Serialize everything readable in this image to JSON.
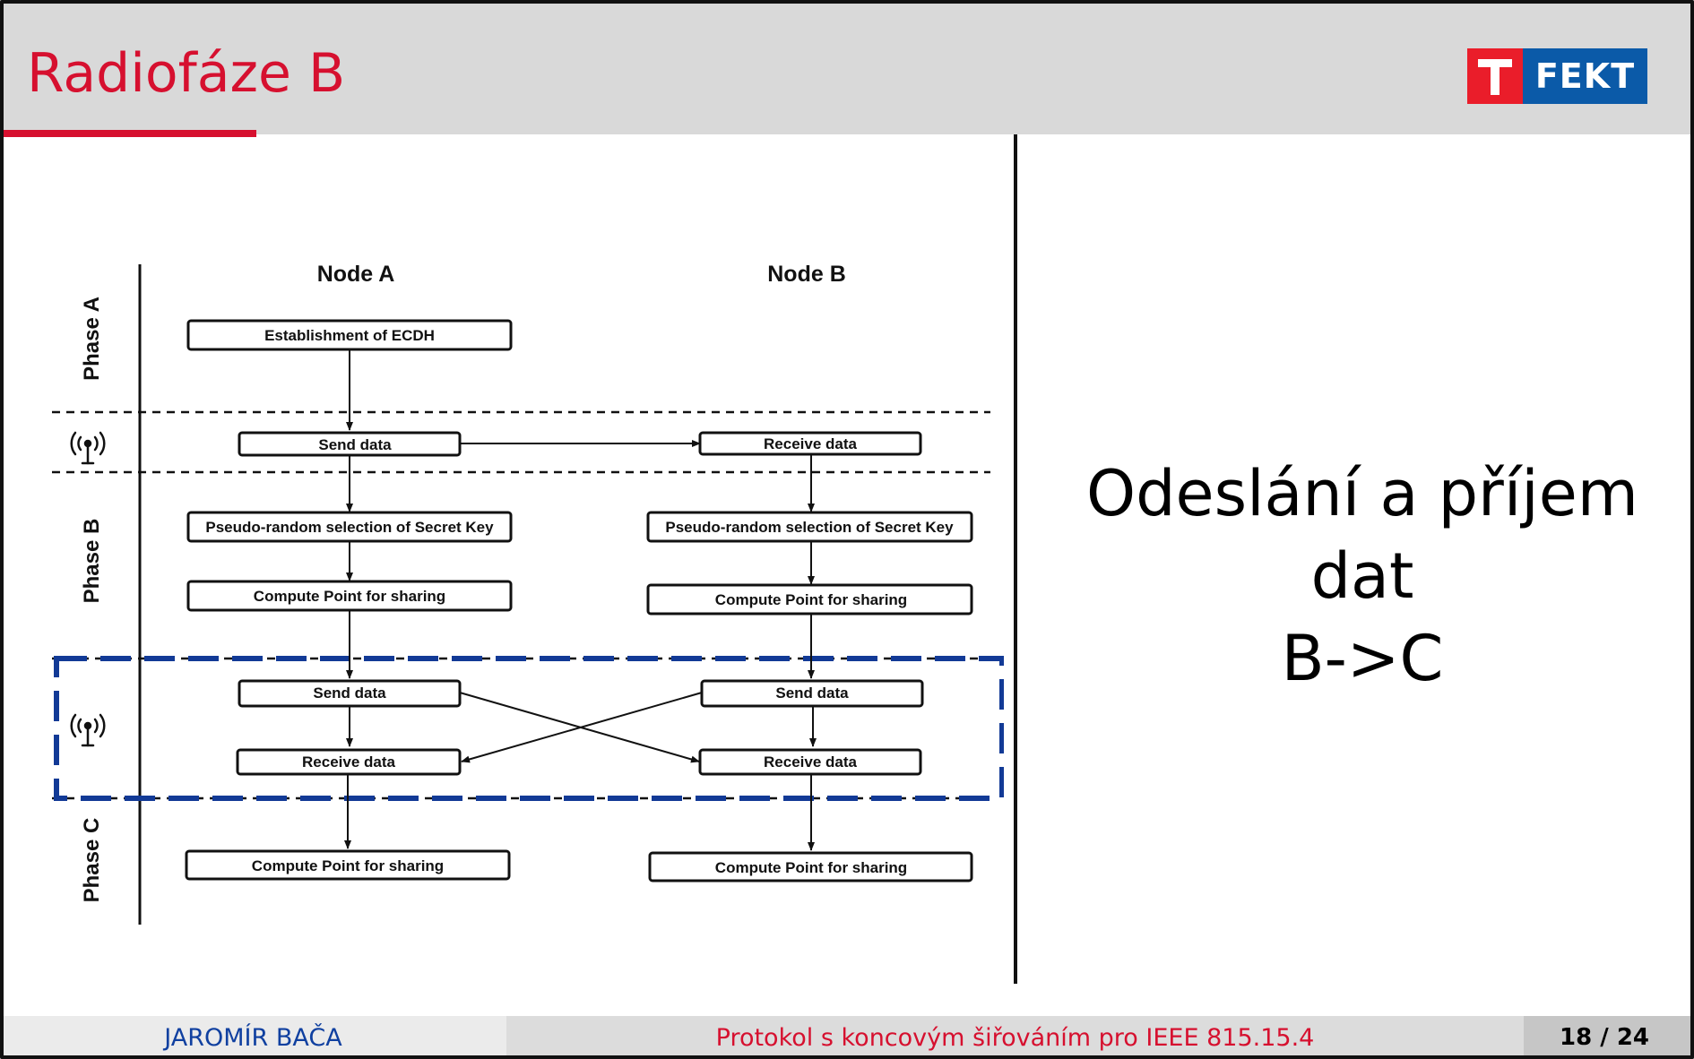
{
  "slide": {
    "title": "Radiofáze B",
    "text_line1": "Odeslání a příjem dat",
    "text_line2": "B->C"
  },
  "logo": {
    "text": "FEKT",
    "colors": {
      "t_block": "#ea1d2a",
      "text_block": "#0b5aa8"
    }
  },
  "footer": {
    "author": "JAROMÍR BAČA",
    "title": "Protokol s koncovým šiřováním pro IEEE 815.15.4",
    "page": "18 / 24"
  },
  "diagram": {
    "node_a": "Node A",
    "node_b": "Node B",
    "phases": {
      "a": "Phase A",
      "b": "Phase B",
      "c": "Phase C"
    },
    "boxes": {
      "ecdh": "Establishment of ECDH",
      "a_send1": "Send data",
      "b_receive1": "Receive data",
      "a_prs": "Pseudo-random selection of Secret Key",
      "b_prs": "Pseudo-random selection of Secret Key",
      "a_compute1": "Compute Point for sharing",
      "b_compute1": "Compute Point for sharing",
      "a_send2": "Send data",
      "b_send2": "Send data",
      "a_receive2": "Receive data",
      "b_receive2": "Receive data",
      "a_compute2": "Compute Point for sharing",
      "b_compute2": "Compute Point for sharing"
    },
    "highlight_color": "#123a96",
    "icons": [
      "antenna-icon",
      "antenna-icon"
    ]
  }
}
